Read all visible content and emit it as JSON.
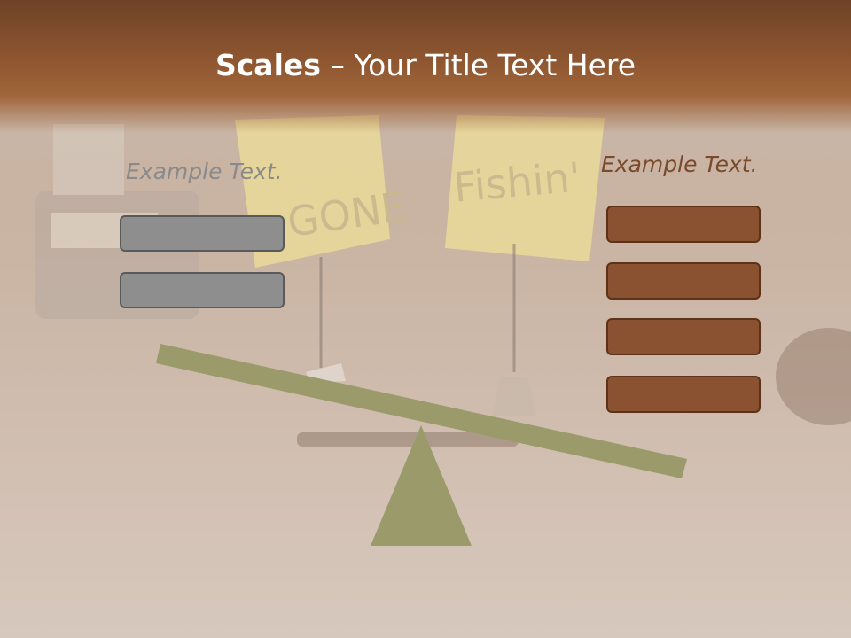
{
  "slide": {
    "title_bold": "Scales",
    "title_rest": " – Your Title Text Here",
    "left_label": "Example Text.",
    "right_label": "Example Text.",
    "note_left": "GONE",
    "note_right": "Fishin'"
  },
  "colors": {
    "header": "#8e5630",
    "beam": "#9a9a6a",
    "left_bars": "#8e8e8e",
    "right_bars": "#8a5230"
  }
}
